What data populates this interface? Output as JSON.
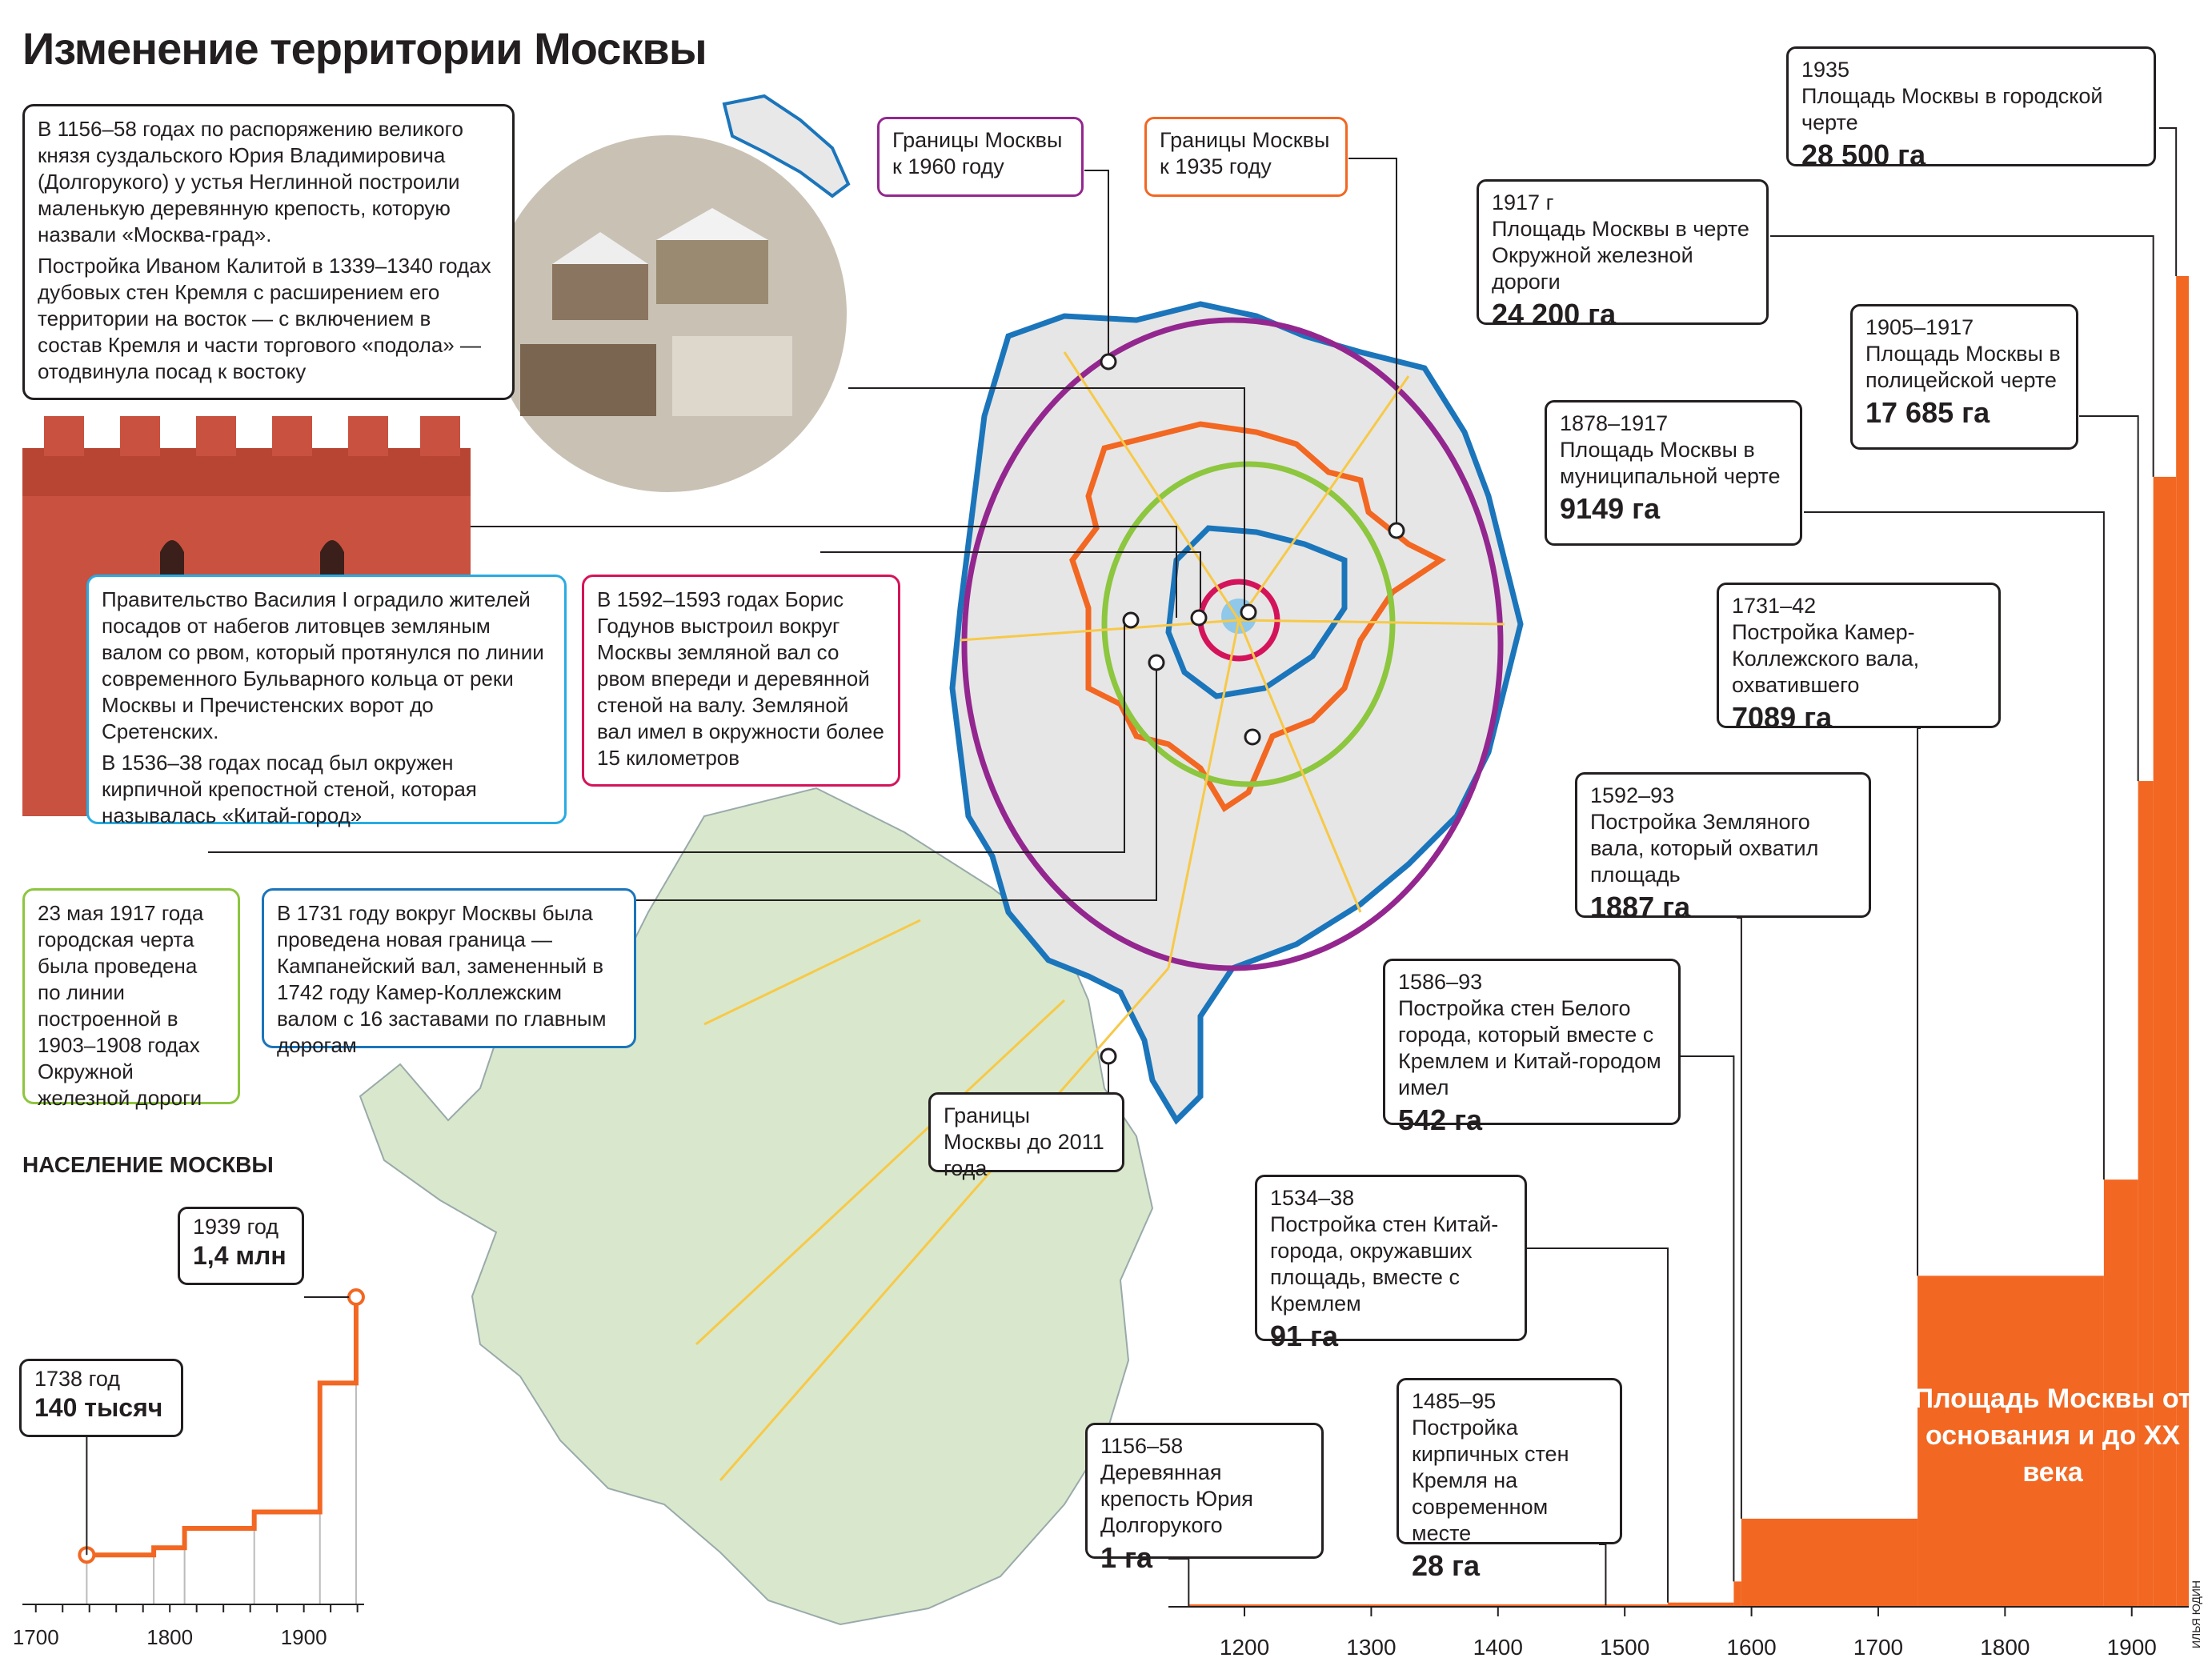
{
  "title": "Изменение территории Москвы",
  "text_boxes": {
    "dolgoruky_p1": "В 1156–58 годах по распоряжению великого князя суздальского Юрия Владимировича (Долгорукого) у устья Неглинной построили маленькую деревянную крепость, которую назвали «Москва-град».",
    "dolgoruky_p2": "Постройка Иваном Калитой в 1339–1340 годах дубовых стен Кремля с расширением его территории на восток — с включением в состав Кремля и части торгового «подола» — отодвинула посад к востоку",
    "vasily_p1": "Правительство Василия I оградило жителей посадов от набегов литовцев земляным валом со рвом, который протянулся по линии современного Бульварного кольца от реки Москвы и Пречистенских ворот до Сретенских.",
    "vasily_p2": "В 1536–38 годах посад был окружен кирпичной крепостной стеной, которая называлась «Китай-город»",
    "godunov": "В 1592–1593 годах Борис Годунов выстроил вокруг Москвы земляной вал со рвом впереди и деревянной стеной на валу. Земляной вал имел в окружности более 15 километров",
    "railway_1917": "23 мая 1917 года городская черта была проведена по линии построенной в 1903–1908 годах Окружной железной дороги",
    "kamer_1731": "В 1731 году вокруг Москвы была проведена новая граница — Кампанейский вал, замененный в 1742 году Камер-Коллежским валом с 16 заставами по главным дорогам"
  },
  "map_labels": {
    "b1960": "Границы Москвы к 1960 году",
    "b1935": "Границы Москвы к 1935 году",
    "b2011": "Границы Москвы до 2011 года"
  },
  "colors": {
    "orange": "#f26722",
    "purple": "#93278f",
    "blue": "#1b75bb",
    "green": "#8dc63f",
    "magenta": "#d4145a",
    "map_green": "#cfe3bf",
    "map_gray": "#e8e8e8",
    "road": "#f7c948"
  },
  "population": {
    "title": "НАСЕЛЕНИЕ МОСКВЫ",
    "label_1738_year": "1738 год",
    "label_1738_value": "140 тысяч",
    "label_1939_year": "1939 год",
    "label_1939_value": "1,4 млн",
    "ticks": [
      "1700",
      "1800",
      "1900"
    ]
  },
  "area_caption": "Площадь Москвы от основания и до XX века",
  "area_labels": [
    {
      "period": "1935",
      "desc": "Площадь Москвы в городской черте",
      "value": "28 500 га"
    },
    {
      "period": "1917 г",
      "desc": "Площадь Москвы в черте Окружной железной дороги",
      "value": "24 200 га"
    },
    {
      "period": "1905–1917",
      "desc": "Площадь Москвы в полицейской черте",
      "value": "17 685 га"
    },
    {
      "period": "1878–1917",
      "desc": " Площадь Москвы в муниципальной черте",
      "value": "9149 га"
    },
    {
      "period": "1731–42",
      "desc": "Постройка Камер-Коллежского вала, охватившего",
      "value": "7089 га"
    },
    {
      "period": "1592–93",
      "desc": "Постройка Земляного вала, который охватил площадь",
      "value": "1887 га"
    },
    {
      "period": "1586–93",
      "desc": "Постройка стен Белого города, который вместе с Кремлем и Китай-городом имел",
      "value": "542 га"
    },
    {
      "period": "1534–38",
      "desc": "Постройка стен Китай-города, окружавших площадь, вместе с Кремлем",
      "value": "91 га"
    },
    {
      "period": "1485–95",
      "desc": "Постройка кирпичных стен Кремля на современном месте",
      "value": "28 га"
    },
    {
      "period": "1156–58",
      "desc": "Деревянная крепость Юрия Долгорукого",
      "value": "1 га"
    }
  ],
  "author": "ИЛЬЯ ЮДИН",
  "chart_data": [
    {
      "type": "area",
      "title": "Площадь Москвы от основания и до XX века",
      "xlabel": "",
      "ylabel": "",
      "unit": "га",
      "xlim": [
        1140,
        1945
      ],
      "ylim": [
        0,
        28500
      ],
      "x_ticks": [
        1200,
        1300,
        1400,
        1500,
        1600,
        1700,
        1800,
        1900
      ],
      "step": true,
      "points": [
        {
          "x": 1156,
          "y": 1
        },
        {
          "x": 1485,
          "y": 28
        },
        {
          "x": 1534,
          "y": 91
        },
        {
          "x": 1586,
          "y": 542
        },
        {
          "x": 1592,
          "y": 1887
        },
        {
          "x": 1731,
          "y": 7089
        },
        {
          "x": 1878,
          "y": 9149
        },
        {
          "x": 1905,
          "y": 17685
        },
        {
          "x": 1917,
          "y": 24200
        },
        {
          "x": 1935,
          "y": 28500
        }
      ]
    },
    {
      "type": "line",
      "title": "НАСЕЛЕНИЕ МОСКВЫ",
      "xlabel": "",
      "ylabel": "",
      "xlim": [
        1690,
        1945
      ],
      "x_ticks": [
        1700,
        1800,
        1900
      ],
      "step": true,
      "points": [
        {
          "x": 1738,
          "y": 0.14
        },
        {
          "x": 1788,
          "y": 0.175
        },
        {
          "x": 1811,
          "y": 0.27
        },
        {
          "x": 1863,
          "y": 0.35
        },
        {
          "x": 1912,
          "y": 0.98
        },
        {
          "x": 1939,
          "y": 1.4
        }
      ]
    }
  ]
}
